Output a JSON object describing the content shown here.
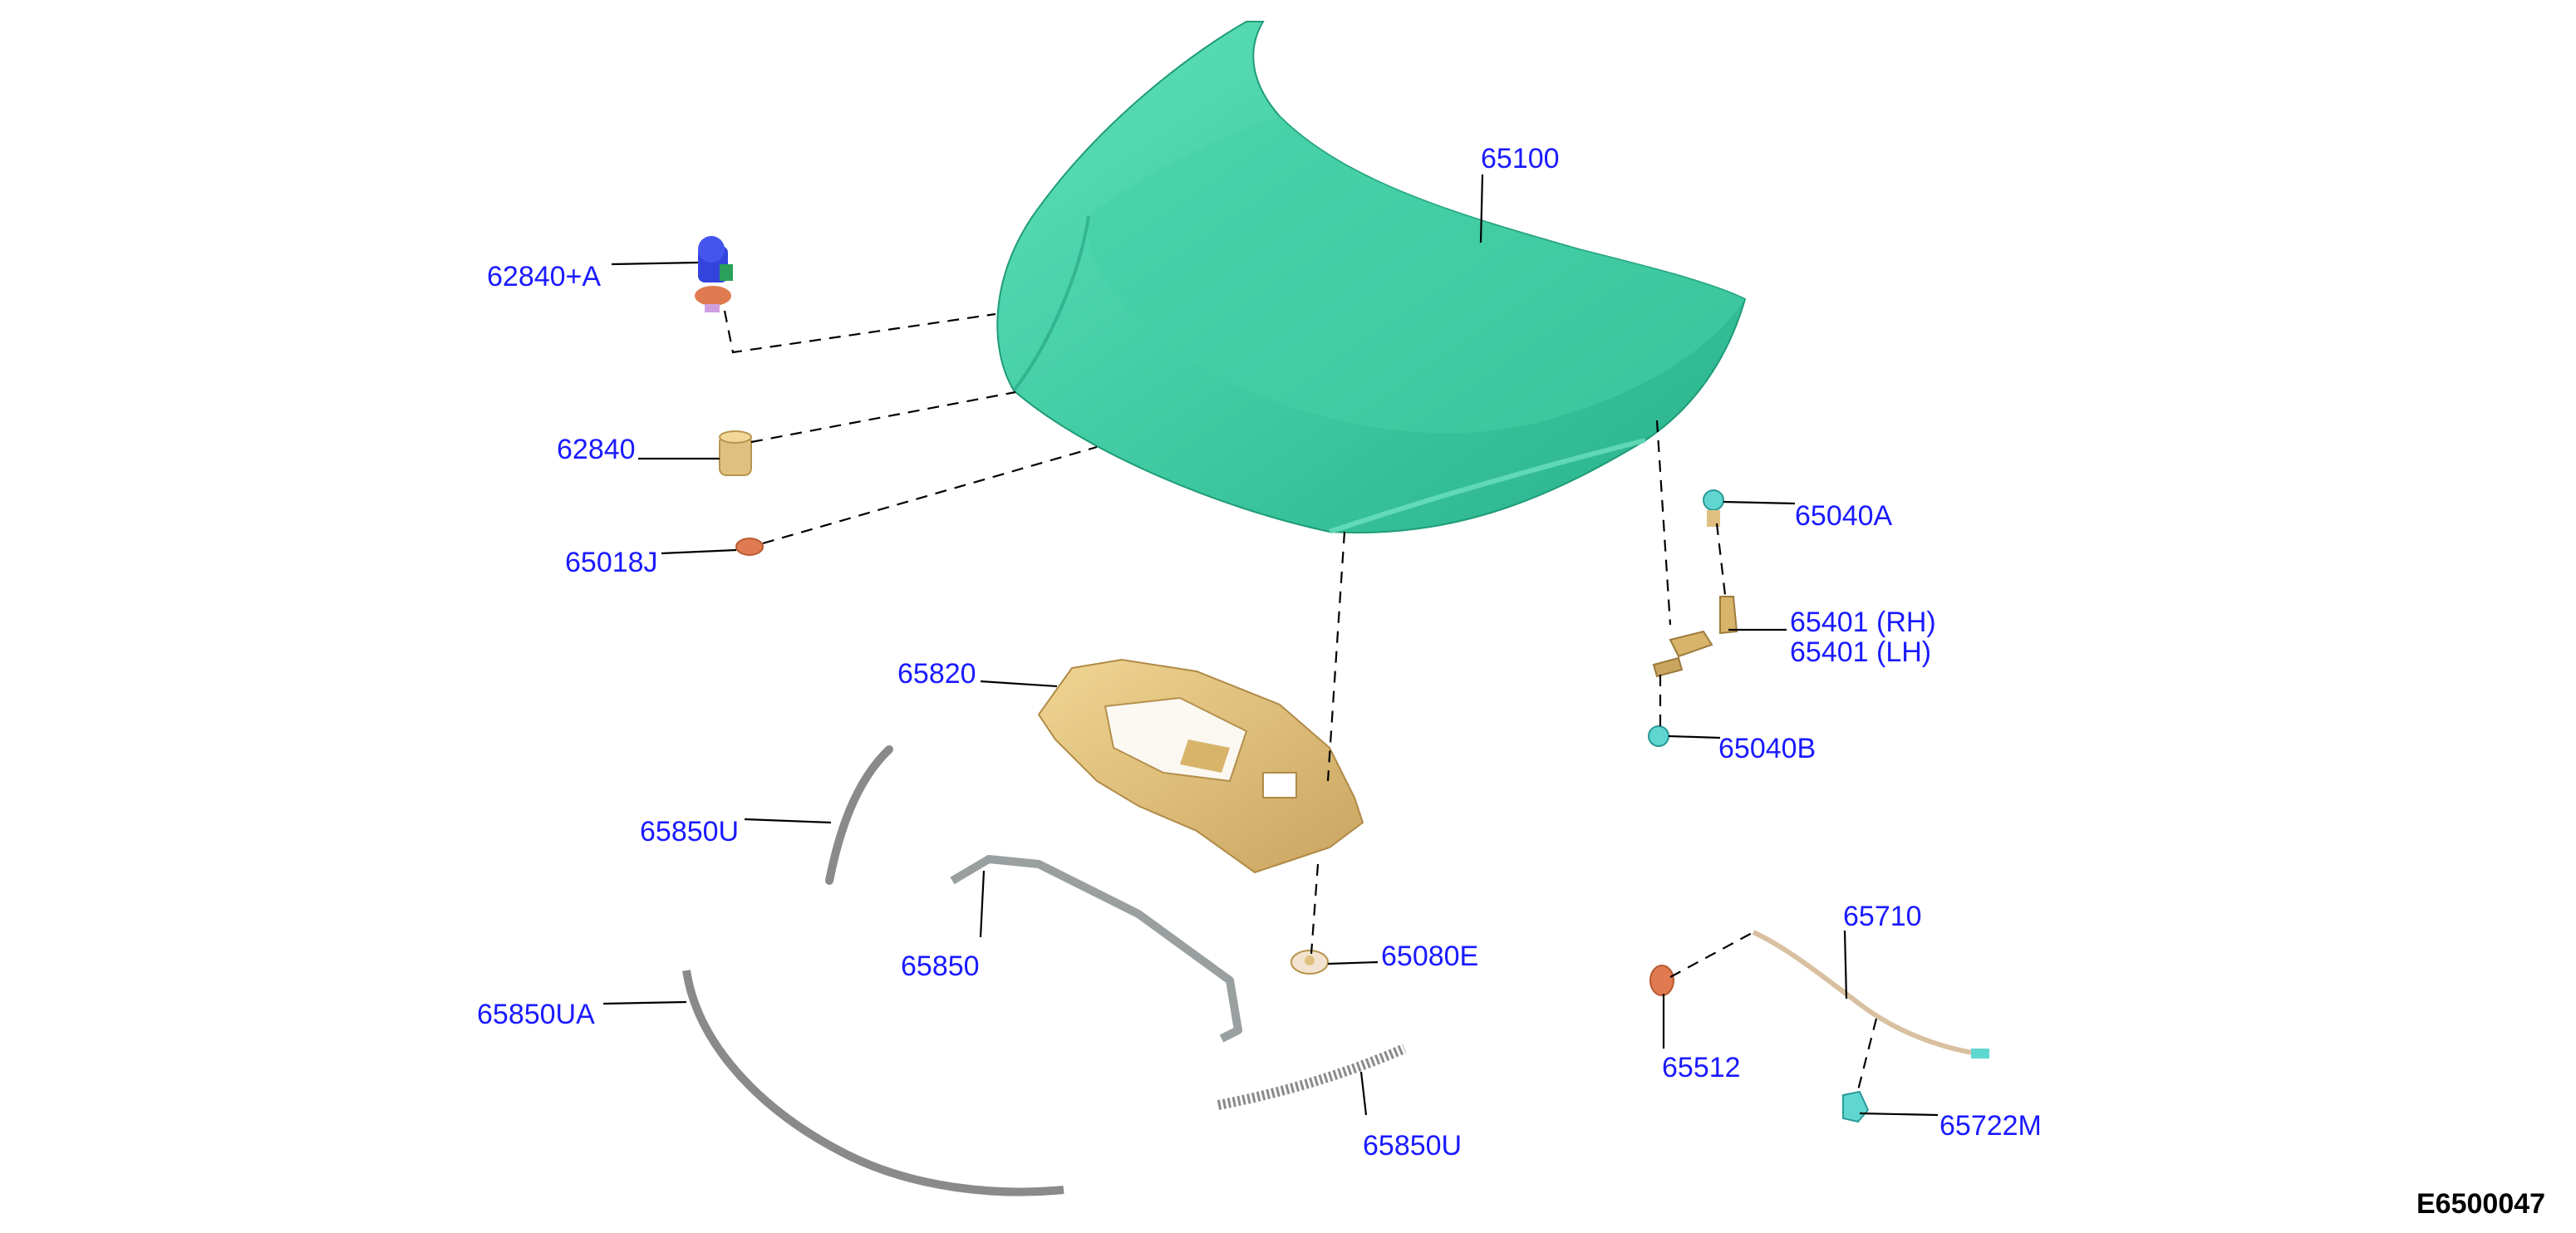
{
  "diagram_code": "E6500047",
  "parts": [
    {
      "id": "p65100",
      "label": "65100"
    },
    {
      "id": "p62840A",
      "label": "62840+A"
    },
    {
      "id": "p62840",
      "label": "62840"
    },
    {
      "id": "p65018J",
      "label": "65018J"
    },
    {
      "id": "p65040A",
      "label": "65040A"
    },
    {
      "id": "p65401R",
      "label": "65401 (RH)"
    },
    {
      "id": "p65401L",
      "label": "65401 (LH)"
    },
    {
      "id": "p65040B",
      "label": "65040B"
    },
    {
      "id": "p65820",
      "label": "65820"
    },
    {
      "id": "p65850U",
      "label": "65850U"
    },
    {
      "id": "p65850",
      "label": "65850"
    },
    {
      "id": "p65080E",
      "label": "65080E"
    },
    {
      "id": "p65850UA",
      "label": "65850UA"
    },
    {
      "id": "p65850U2",
      "label": "65850U"
    },
    {
      "id": "p65710",
      "label": "65710"
    },
    {
      "id": "p65512",
      "label": "65512"
    },
    {
      "id": "p65722M",
      "label": "65722M"
    }
  ],
  "colors": {
    "label": "#1a1aff",
    "hood": "#3ec9a0",
    "hood_shade": "#22a882",
    "insulator": "#e2c27a",
    "seal": "#9a9a9a",
    "bumper": "#e0c080",
    "damper": "#e07a50",
    "clip": "#5fd6d0",
    "lock": "#3344dd"
  }
}
